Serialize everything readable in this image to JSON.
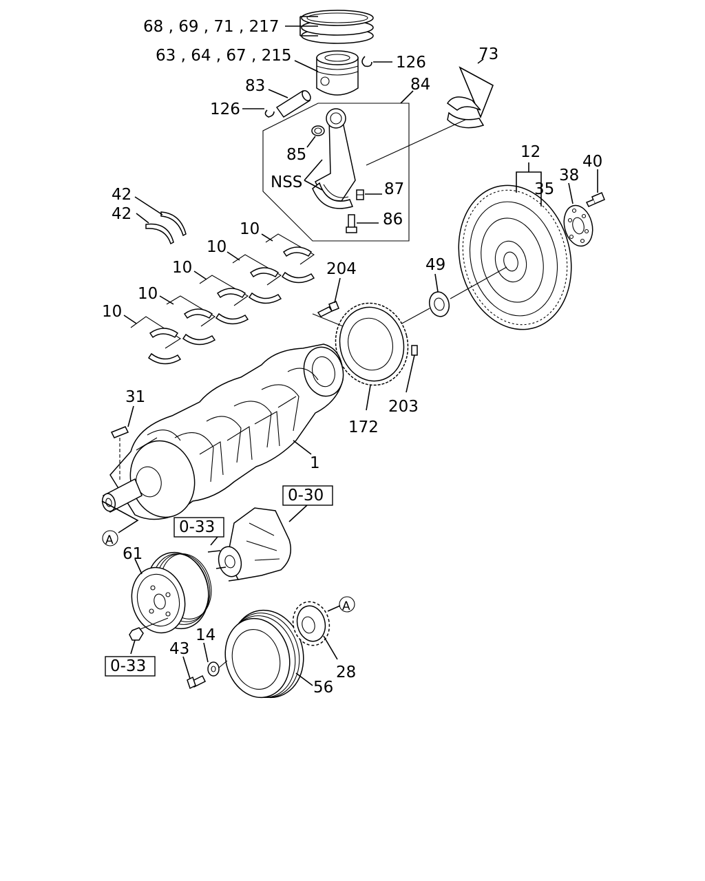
{
  "callouts": {
    "rings": "68 , 69 , 71 , 217",
    "piston": "63 , 64 , 67 , 215",
    "clip_top": "126",
    "pin": "83",
    "clip_left": "126",
    "conrod_box": "84",
    "conrod_bush": "85",
    "nss": "NSS",
    "rod_nut": "87",
    "rod_bolt": "86",
    "rod_bearing": "73",
    "flywheel": "12",
    "ring_gear": "35",
    "plate": "38",
    "fly_bolt": "40",
    "thrust_a": "42",
    "thrust_b": "42",
    "main_1": "10",
    "main_2": "10",
    "main_3": "10",
    "main_4": "10",
    "main_5": "10",
    "gear_bolt": "204",
    "pilot_bearing": "49",
    "crank_key": "31",
    "crank_gear": "172",
    "dowel": "203",
    "crankshaft": "1",
    "ref_a_left": "A",
    "ref_030": "0-30",
    "ref_033_top": "0-33",
    "pulley": "61",
    "ref_033_bottom": "0-33",
    "pulley_bolt": "43",
    "washer": "14",
    "damper": "56",
    "timing_gear": "28",
    "ref_a_right": "A"
  }
}
